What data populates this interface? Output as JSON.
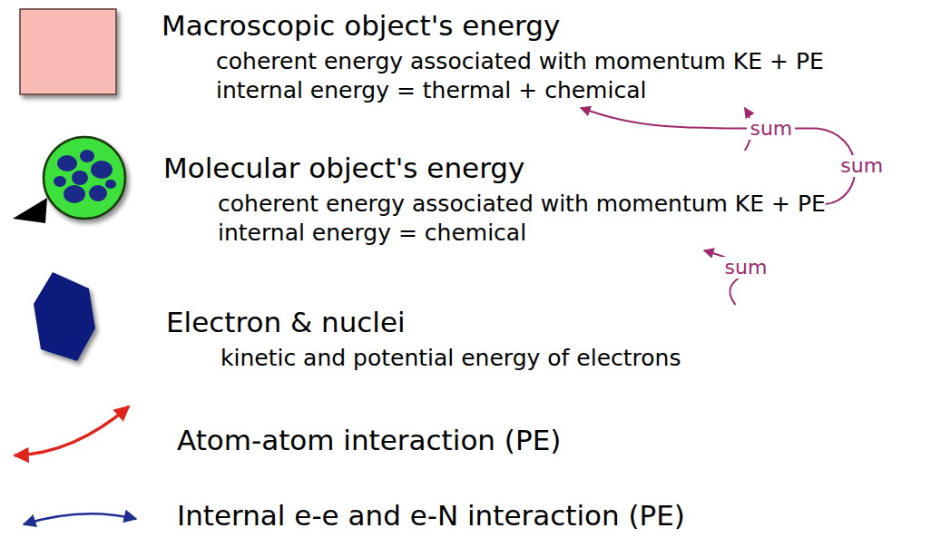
{
  "diagram": {
    "nodes": [
      {
        "text": [
          "Macroscopic object's energy",
          "coherent energy associated with momentum KE + PE",
          "internal energy = thermal + chemical"
        ]
      },
      {
        "text": [
          "Molecular object's energy",
          "coherent energy associated with momentum KE + PE",
          "internal energy = chemical"
        ]
      },
      {
        "text": [
          "Electron & nuclei",
          "kinetic and potential energy of electrons"
        ]
      }
    ],
    "edges": [
      {
        "from": 1,
        "to": 0,
        "label": "sum",
        "arrow": "to"
      },
      {
        "from": 1,
        "to": 0,
        "label": "sum",
        "arrow": "to"
      },
      {
        "from": 2,
        "to": 1,
        "label": "sum",
        "arrow": "to"
      }
    ],
    "legend": [
      {
        "text": "Atom-atom interaction (PE)"
      },
      {
        "text": "Internal e-e and e-N interaction (PE)"
      }
    ]
  }
}
